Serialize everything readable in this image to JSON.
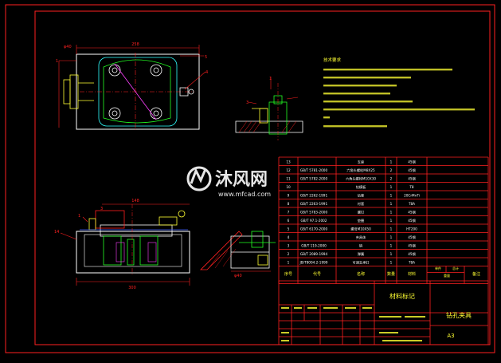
{
  "colors": {
    "background": "#000000",
    "frame": "#ff2020",
    "outline": "#ffffff",
    "green": "#22ff22",
    "yellow": "#ffff33",
    "cyan": "#30ffff",
    "magenta": "#ff40ff",
    "blue": "#4060ff"
  },
  "watermark": {
    "brand_cn": "沐风网",
    "url": "www.mfcad.com",
    "icon": "mf-logo-icon"
  },
  "plan_view": {
    "dims": {
      "top": "258",
      "left_top": "φ40",
      "left": "1"
    },
    "balloons": [
      "5",
      "4"
    ]
  },
  "front_view": {
    "dims": {
      "top": "148",
      "bottom": "300",
      "left": "14",
      "top_left": "1"
    },
    "balloon": "3"
  },
  "section_view": {
    "dims": {
      "top": "1",
      "left": "3"
    }
  },
  "side_view": {
    "dims": {
      "bottom": "φ40"
    }
  },
  "tech_notes": {
    "title": "技术要求"
  },
  "bom": {
    "rows": [
      {
        "idx": "13",
        "code": "",
        "name": "支座",
        "qty": "1",
        "mat": "45钢"
      },
      {
        "idx": "12",
        "code": "GB/T 5781-2000",
        "name": "六角头螺栓M8X25",
        "qty": "2",
        "mat": "45钢"
      },
      {
        "idx": "11",
        "code": "GB/T 5782-2000",
        "name": "六角头螺栓M10X30",
        "qty": "2",
        "mat": "45钢"
      },
      {
        "idx": "10",
        "code": "",
        "name": "钻模板",
        "qty": "1",
        "mat": "T8"
      },
      {
        "idx": "9",
        "code": "GB/T 2262-1991",
        "name": "钻套",
        "qty": "1",
        "mat": "20CrMnTi"
      },
      {
        "idx": "8",
        "code": "GB/T 2263-1991",
        "name": "衬套",
        "qty": "1",
        "mat": "T8A"
      },
      {
        "idx": "7",
        "code": "GB/T 5783-2000",
        "name": "螺钉",
        "qty": "1",
        "mat": "45钢"
      },
      {
        "idx": "6",
        "code": "GB/T 97.1-2002",
        "name": "垫圈",
        "qty": "1",
        "mat": "45钢"
      },
      {
        "idx": "5",
        "code": "GB/T 6170-2000",
        "name": "螺母M10X50",
        "qty": "1",
        "mat": "HT200"
      },
      {
        "idx": "4",
        "code": "",
        "name": "夹具体",
        "qty": "1",
        "mat": "45钢"
      },
      {
        "idx": "3",
        "code": "GB/T 119-2000",
        "name": "销",
        "qty": "1",
        "mat": "45钢"
      },
      {
        "idx": "2",
        "code": "GB/T 2089-1994",
        "name": "弹簧",
        "qty": "1",
        "mat": "45钢"
      },
      {
        "idx": "1",
        "code": "JB/T8004.2-1999",
        "name": "可调支承钉",
        "qty": "1",
        "mat": "T8A"
      }
    ],
    "header": {
      "idx": "序号",
      "code": "代号",
      "name": "名称",
      "qty": "数量",
      "mat": "材料",
      "remark": "备注"
    },
    "header_extra": {
      "single": "单件",
      "total": "总计",
      "weight": "重量"
    }
  },
  "title_block": {
    "material_label": "材料标记",
    "drawing_name": "钻孔夹具",
    "sheet_size": "A3"
  }
}
